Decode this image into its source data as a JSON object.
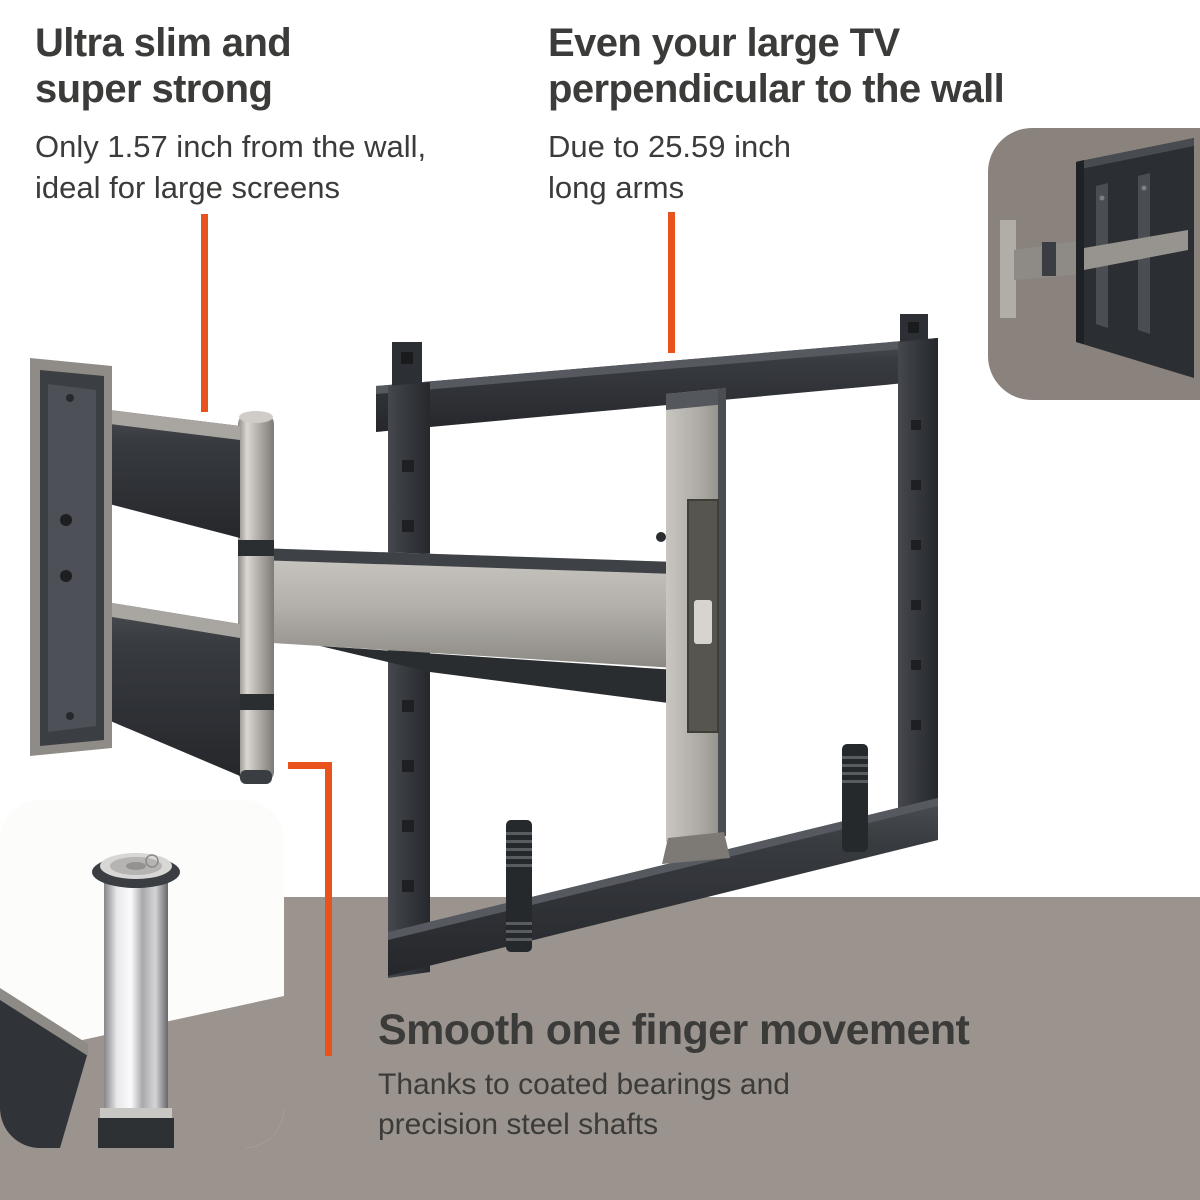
{
  "colors": {
    "accent": "#e8521c",
    "band": "#9b938e",
    "text": "#3b3b39",
    "inset-bg": "#8a827c",
    "product-dark": "#33363b",
    "product-silver": "#b7b4ae"
  },
  "callouts": {
    "slim": {
      "heading_line1": "Ultra slim and",
      "heading_line2": "super strong",
      "body_line1": "Only 1.57 inch from the wall,",
      "body_line2": "ideal for large screens"
    },
    "perpendicular": {
      "heading_line1": "Even your large TV",
      "heading_line2": "perpendicular to the wall",
      "body_line1": "Due to 25.59 inch",
      "body_line2": "long arms"
    },
    "movement": {
      "heading": "Smooth one finger movement",
      "body_line1": "Thanks to coated bearings and",
      "body_line2": "precision steel shafts"
    }
  },
  "illustration": {
    "main": "full-motion-tv-wall-mount",
    "inset_top_right": "tv-perpendicular-to-wall-closeup",
    "inset_bottom_left": "hinge-bearing-closeup"
  }
}
